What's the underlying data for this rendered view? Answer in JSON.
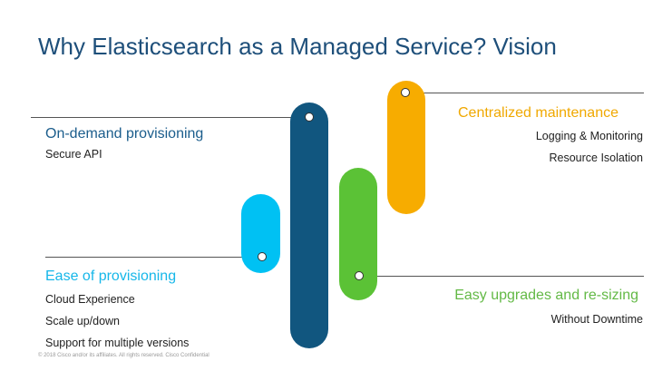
{
  "title": "Why Elasticsearch as a Managed Service?  Vision",
  "colors": {
    "title": "#1e4f7a",
    "navy_bar": "#11567f",
    "cyan_bar": "#00c1f3",
    "green_bar": "#5bc236",
    "orange_bar": "#f7ac00",
    "heading_navy": "#1b5d8c",
    "heading_cyan": "#16b7e9",
    "heading_green": "#63b946",
    "heading_orange": "#f0a800"
  },
  "sections": {
    "on_demand": {
      "heading": "On-demand provisioning",
      "items": [
        "Secure API"
      ]
    },
    "ease": {
      "heading": "Ease of provisioning",
      "items": [
        "Cloud Experience",
        "Scale up/down",
        "Support for multiple versions"
      ]
    },
    "centralized": {
      "heading": "Centralized maintenance",
      "items": [
        "Logging & Monitoring",
        "Resource Isolation"
      ]
    },
    "upgrades": {
      "heading": "Easy upgrades and re-sizing",
      "items": [
        "Without Downtime"
      ]
    }
  },
  "footer": "© 2018  Cisco and/or its affiliates. All rights reserved.   Cisco Confidential"
}
